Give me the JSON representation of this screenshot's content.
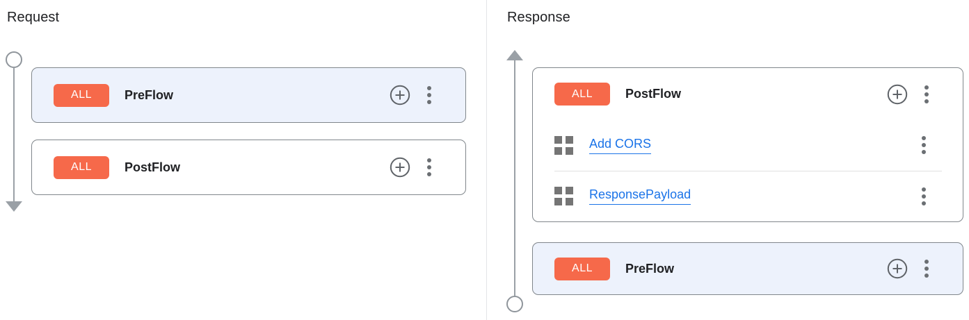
{
  "request": {
    "title": "Request",
    "flows": [
      {
        "badge": "ALL",
        "name": "PreFlow",
        "selected": true
      },
      {
        "badge": "ALL",
        "name": "PostFlow",
        "selected": false
      }
    ]
  },
  "response": {
    "title": "Response",
    "flows": [
      {
        "badge": "ALL",
        "name": "PostFlow",
        "selected": false,
        "policies": [
          {
            "name": "Add CORS"
          },
          {
            "name": "ResponsePayload"
          }
        ]
      },
      {
        "badge": "ALL",
        "name": "PreFlow",
        "selected": true
      }
    ]
  },
  "colors": {
    "badge_orange": "#F6694A",
    "selected_card_bg": "#EDF2FC",
    "card_border": "#80868B",
    "link_blue": "#1A73E8",
    "timeline_gray": "#9AA0A6",
    "icon_gray": "#5F6368",
    "text": "#202124"
  }
}
